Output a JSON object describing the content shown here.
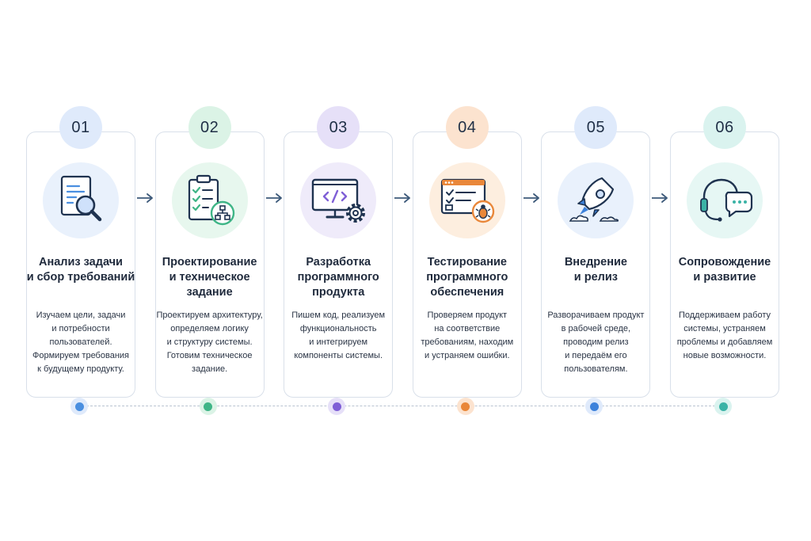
{
  "steps": [
    {
      "number": "01",
      "title_line1": "Анализ задачи",
      "title_line2": "и сбор требований",
      "title_line3": "",
      "desc": [
        "Изучаем цели, задачи",
        "и потребности",
        "пользователей.",
        "Формируем требования",
        "к будущему продукту."
      ],
      "icon": "document-search-icon",
      "accent": "#4a8fe0",
      "badge_bg": "#dfeafb",
      "icon_bg": "#e9f1fc"
    },
    {
      "number": "02",
      "title_line1": "Проектирование",
      "title_line2": "и техническое",
      "title_line3": "задание",
      "desc": [
        "Проектируем архитектуру,",
        "определяем логику",
        "и структуру системы.",
        "Готовим техническое",
        "задание."
      ],
      "icon": "clipboard-structure-icon",
      "accent": "#3fb587",
      "badge_bg": "#dbf3e6",
      "icon_bg": "#e7f7ee"
    },
    {
      "number": "03",
      "title_line1": "Разработка",
      "title_line2": "программного",
      "title_line3": "продукта",
      "desc": [
        "Пишем код, реализуем",
        "функциональность",
        "и интегрируем",
        "компоненты системы."
      ],
      "icon": "code-monitor-gear-icon",
      "accent": "#7f5fd6",
      "badge_bg": "#e6e0f8",
      "icon_bg": "#efebfa"
    },
    {
      "number": "04",
      "title_line1": "Тестирование",
      "title_line2": "программного",
      "title_line3": "обеспечения",
      "desc": [
        "Проверяем продукт",
        "на соответствие",
        "требованиям, находим",
        "и устраняем ошибки."
      ],
      "icon": "test-bug-icon",
      "accent": "#e9873a",
      "badge_bg": "#fce3cf",
      "icon_bg": "#fdeedf"
    },
    {
      "number": "05",
      "title_line1": "Внедрение",
      "title_line2": "и релиз",
      "title_line3": "",
      "desc": [
        "Разворачиваем продукт",
        "в рабочей среде,",
        "проводим релиз",
        "и передаём его",
        "пользователям."
      ],
      "icon": "rocket-icon",
      "accent": "#3d82db",
      "badge_bg": "#dfeafb",
      "icon_bg": "#e9f1fc"
    },
    {
      "number": "06",
      "title_line1": "Сопровождение",
      "title_line2": "и развитие",
      "title_line3": "",
      "desc": [
        "Поддерживаем работу",
        "системы, устраняем",
        "проблемы и добавляем",
        "новые возможности."
      ],
      "icon": "headset-chat-icon",
      "accent": "#3bb3a6",
      "badge_bg": "#daf3ef",
      "icon_bg": "#e6f7f4"
    }
  ]
}
